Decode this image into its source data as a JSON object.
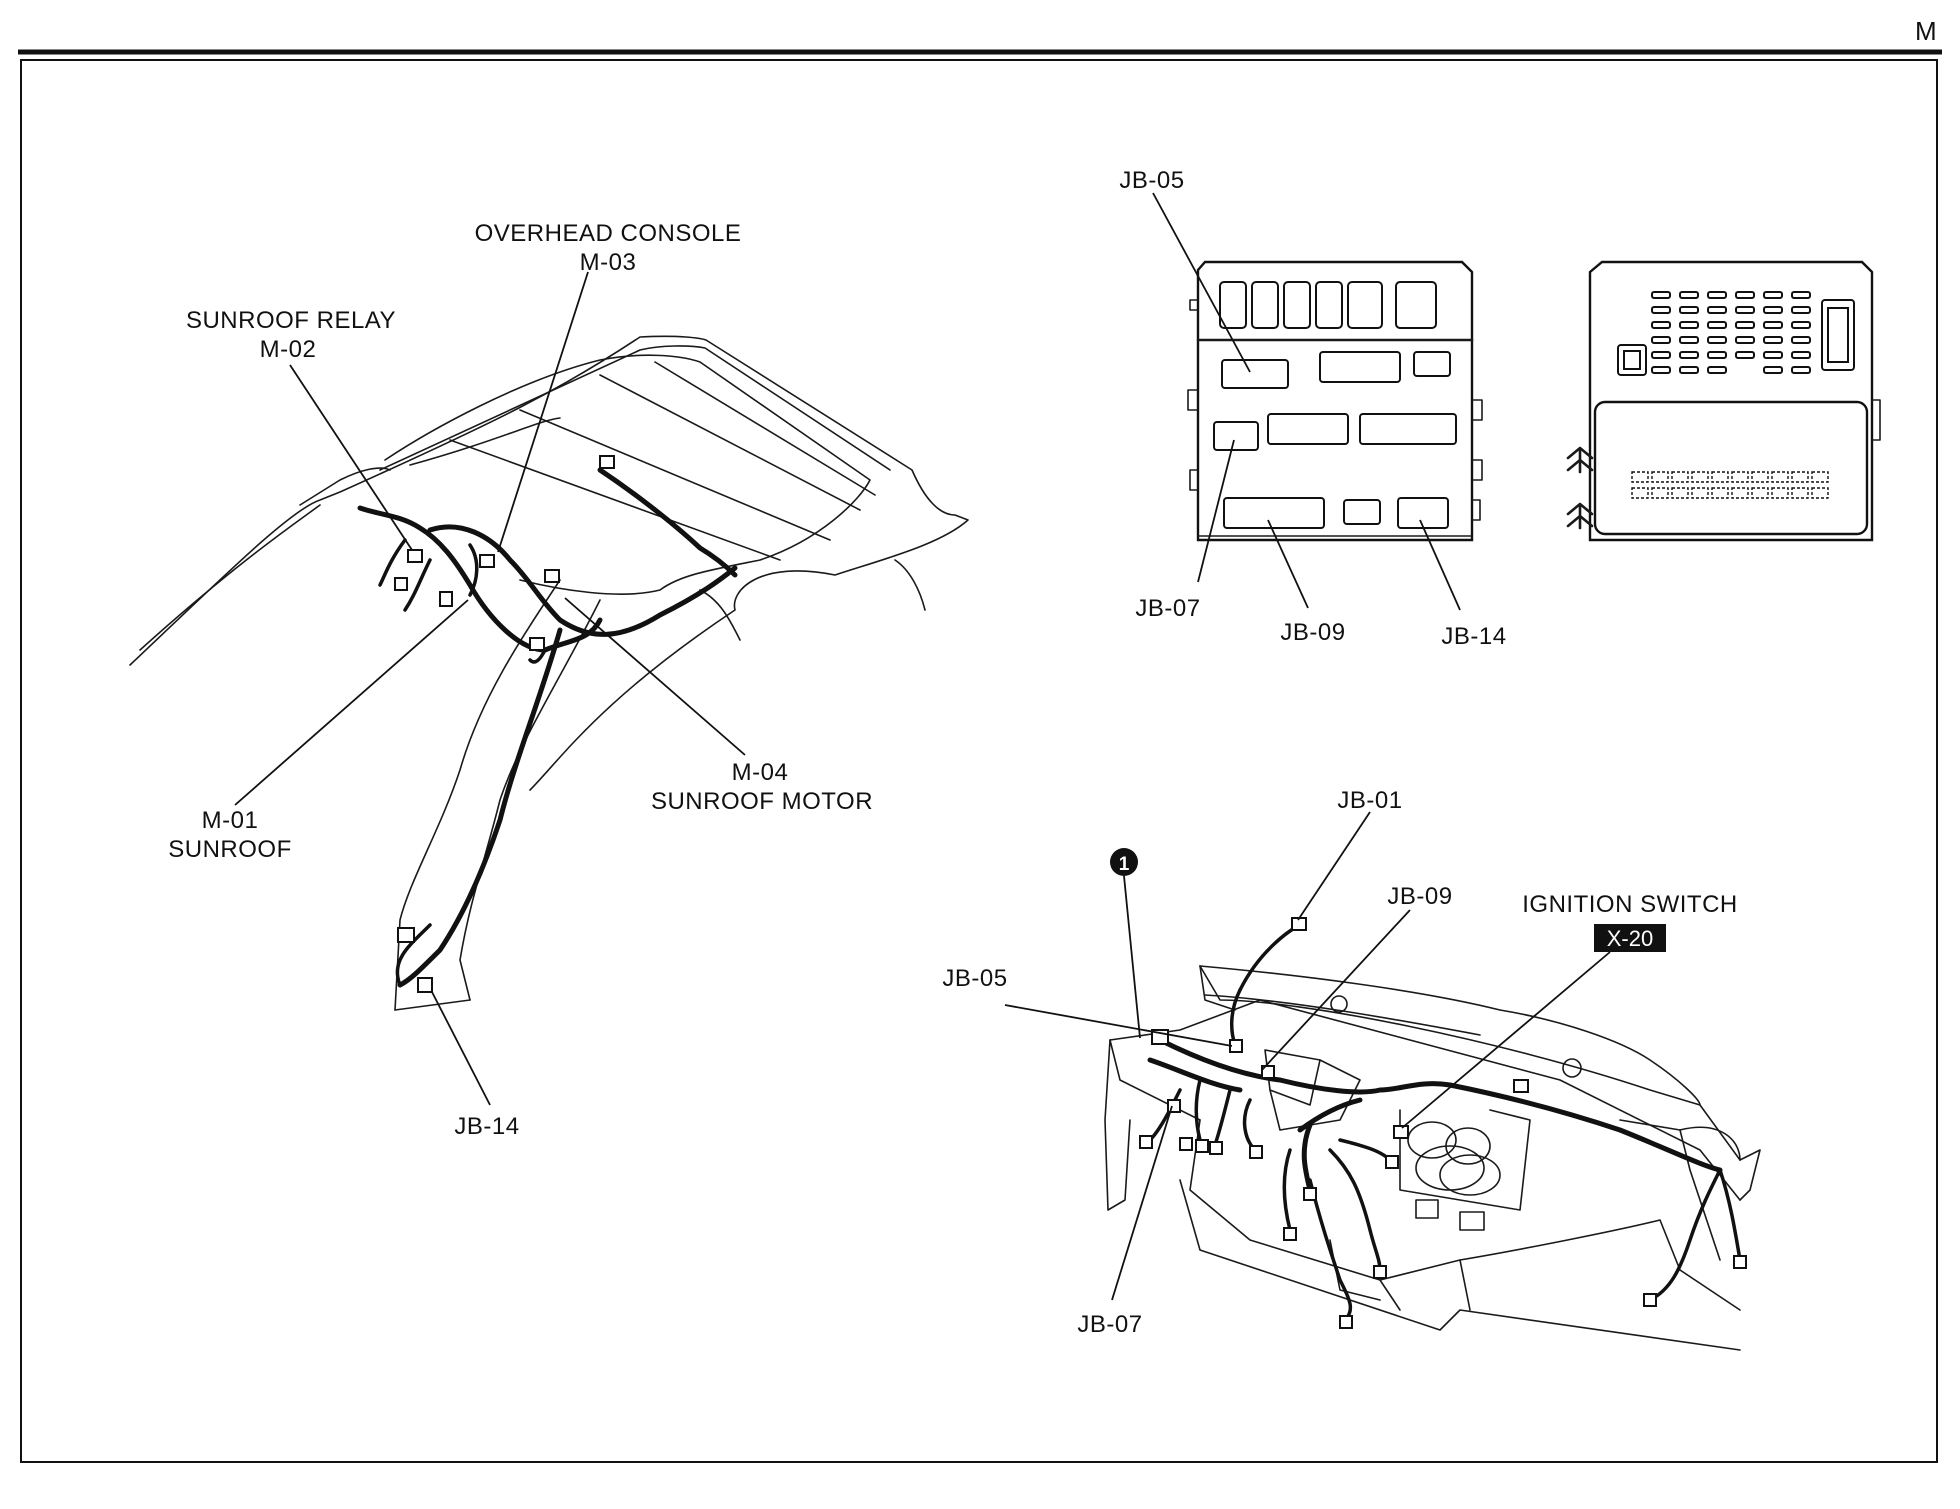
{
  "page_letter": "M",
  "roof_diagram": {
    "labels": {
      "overhead_console": "OVERHEAD CONSOLE",
      "m03": "M-03",
      "sunroof_relay": "SUNROOF RELAY",
      "m02": "M-02",
      "m01": "M-01",
      "sunroof": "SUNROOF",
      "m04": "M-04",
      "sunroof_motor": "SUNROOF MOTOR",
      "jb14": "JB-14"
    }
  },
  "junction_box": {
    "labels": {
      "jb05": "JB-05",
      "jb07": "JB-07",
      "jb09": "JB-09",
      "jb14": "JB-14"
    }
  },
  "dash_diagram": {
    "callout_number": "1",
    "labels": {
      "jb01": "JB-01",
      "jb09": "JB-09",
      "ignition_switch": "IGNITION SWITCH",
      "x20": "X-20",
      "jb05": "JB-05",
      "jb07": "JB-07"
    }
  }
}
